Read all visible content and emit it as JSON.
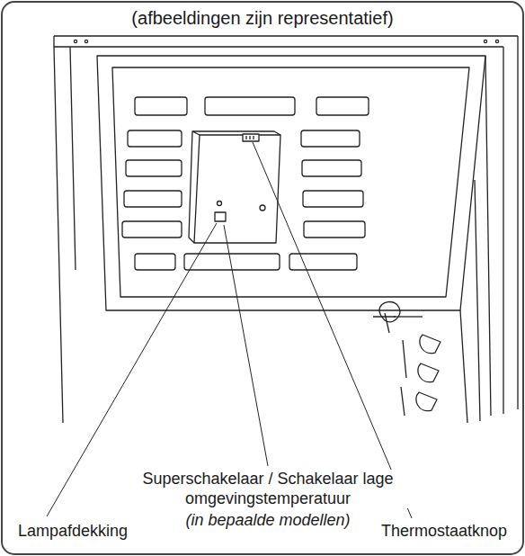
{
  "diagram": {
    "title": "(afbeeldingen zijn representatief)",
    "labels": [
      "Superschakelaar / Schakelaar lage omgevingstemperatuur",
      "(in bepaalde modellen)",
      "Lampafdekking",
      "Thermostaatknop"
    ]
  }
}
